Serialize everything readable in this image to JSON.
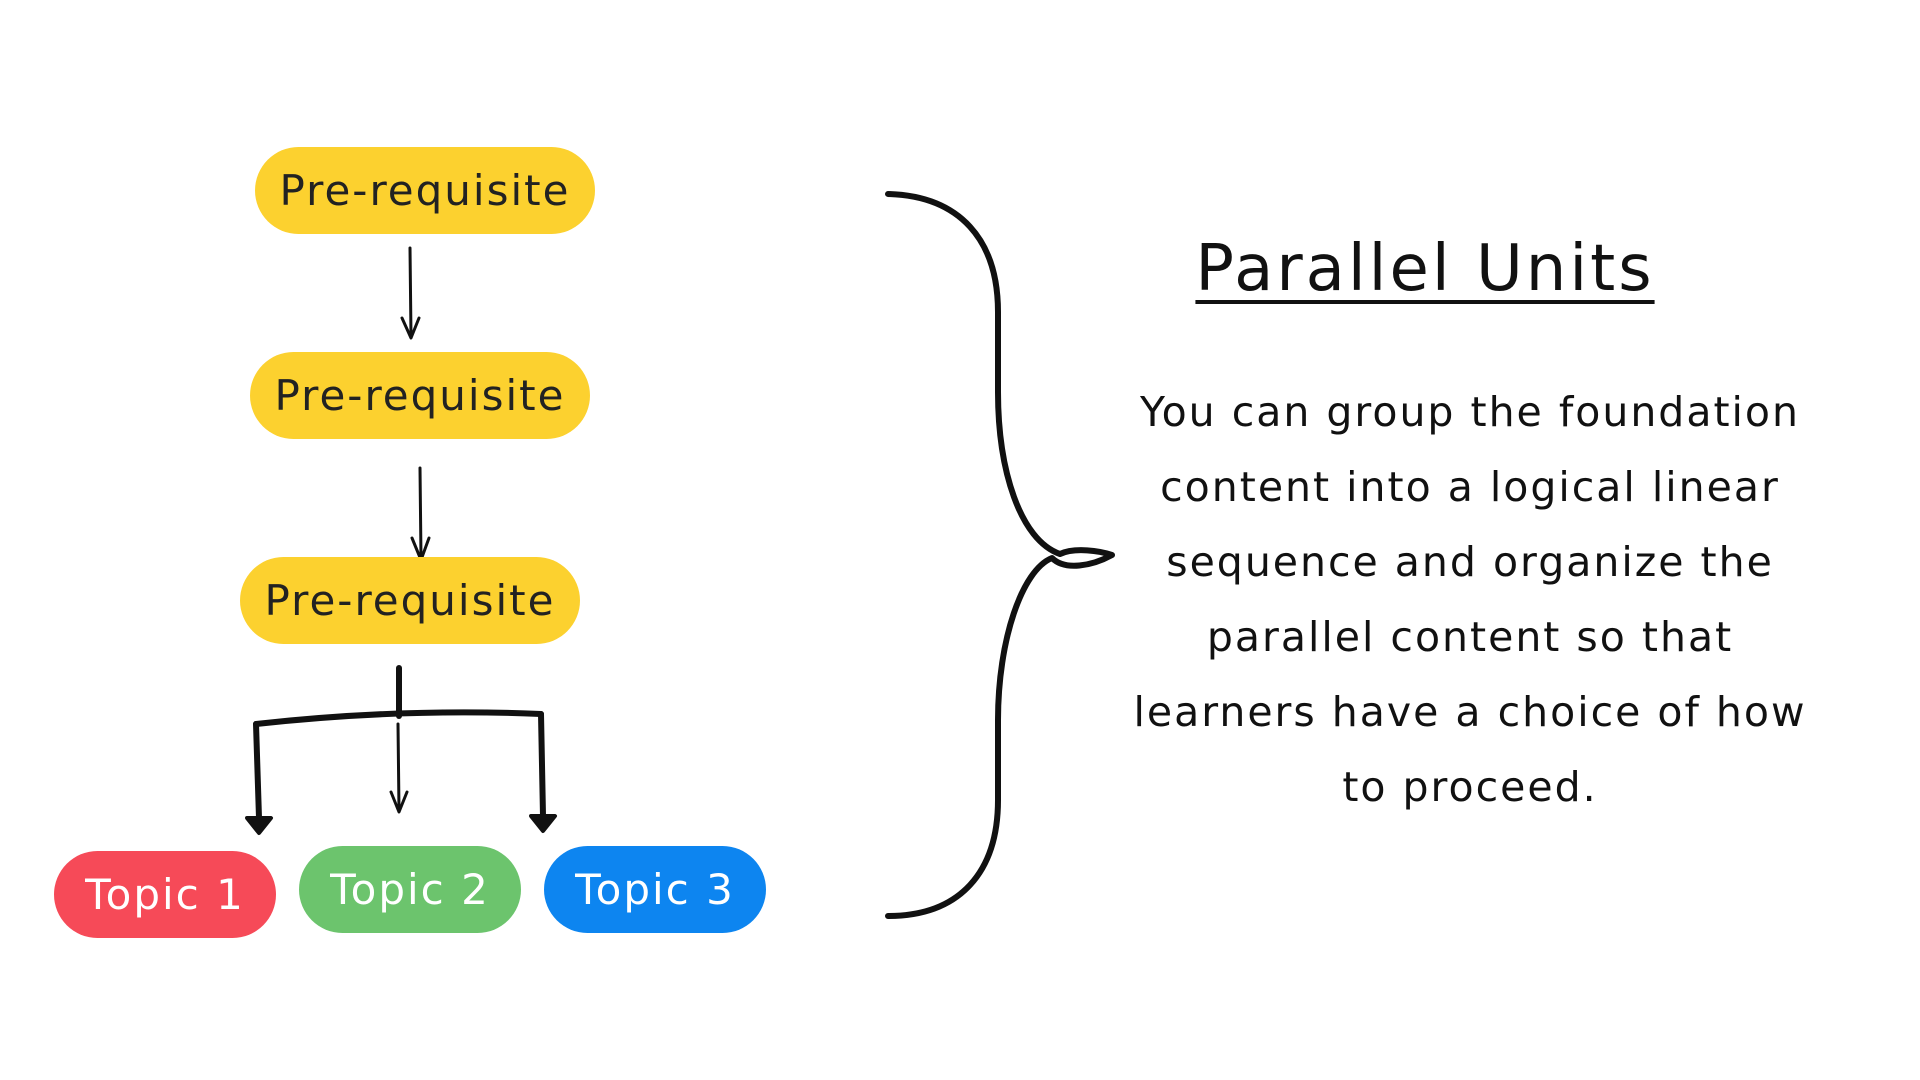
{
  "colors": {
    "prerequisite": "#fcd12f",
    "topic_1": "#f64a58",
    "topic_2": "#6cc46d",
    "topic_3": "#0d85f0",
    "line": "#111111"
  },
  "flow": {
    "prerequisites": [
      "Pre-requisite",
      "Pre-requisite",
      "Pre-requisite"
    ],
    "topics": [
      "Topic 1",
      "Topic 2",
      "Topic 3"
    ]
  },
  "panel": {
    "title": "Parallel Units",
    "description": "You can group the foundation content into a logical linear sequence and organize the parallel content so that learners have a choice of how to proceed."
  }
}
